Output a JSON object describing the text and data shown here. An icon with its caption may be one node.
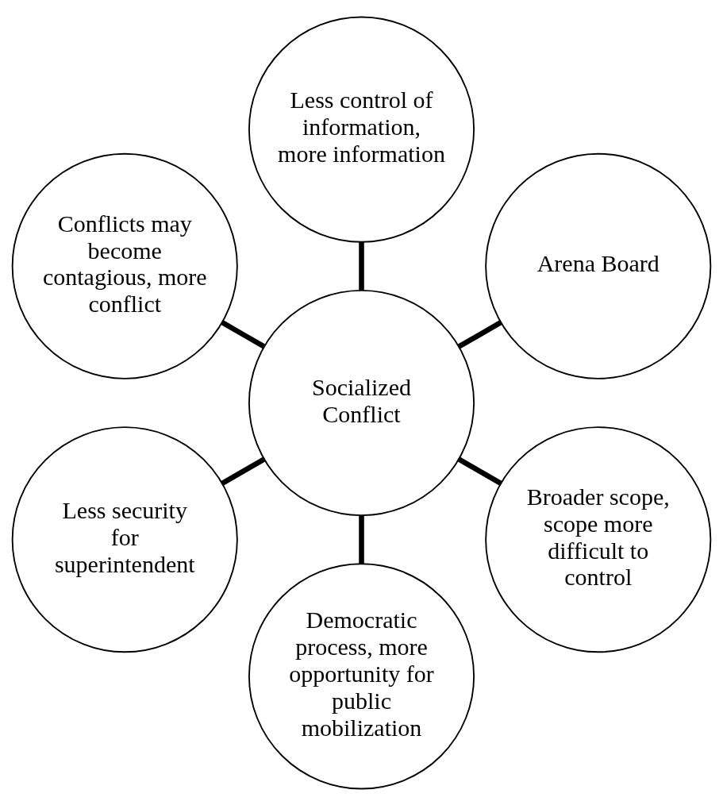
{
  "diagram": {
    "nodes": [
      {
        "text": [
          "Arena Board"
        ]
      },
      {
        "text": [
          "Less control of information, more information"
        ]
      },
      {
        "text": [
          "Conflicts may become contagious, more conflict"
        ]
      },
      {
        "text": [
          "Socialized Conflict"
        ]
      },
      {
        "text": [
          "Less security for superintendent"
        ]
      },
      {
        "text": [
          "Democratic process, more opportunity for public mobilization"
        ]
      },
      {
        "text": [
          "Broader scope, scope more difficult to control"
        ]
      }
    ],
    "edges": [
      {
        "from": 3,
        "to": 0,
        "arrow": "none"
      },
      {
        "from": 3,
        "to": 2,
        "arrow": "none"
      },
      {
        "from": 3,
        "to": 5,
        "arrow": "none"
      },
      {
        "from": 3,
        "to": 6,
        "arrow": "none"
      },
      {
        "from": 3,
        "to": 4,
        "arrow": "none"
      },
      {
        "from": 3,
        "to": 1,
        "arrow": "none"
      }
    ]
  }
}
